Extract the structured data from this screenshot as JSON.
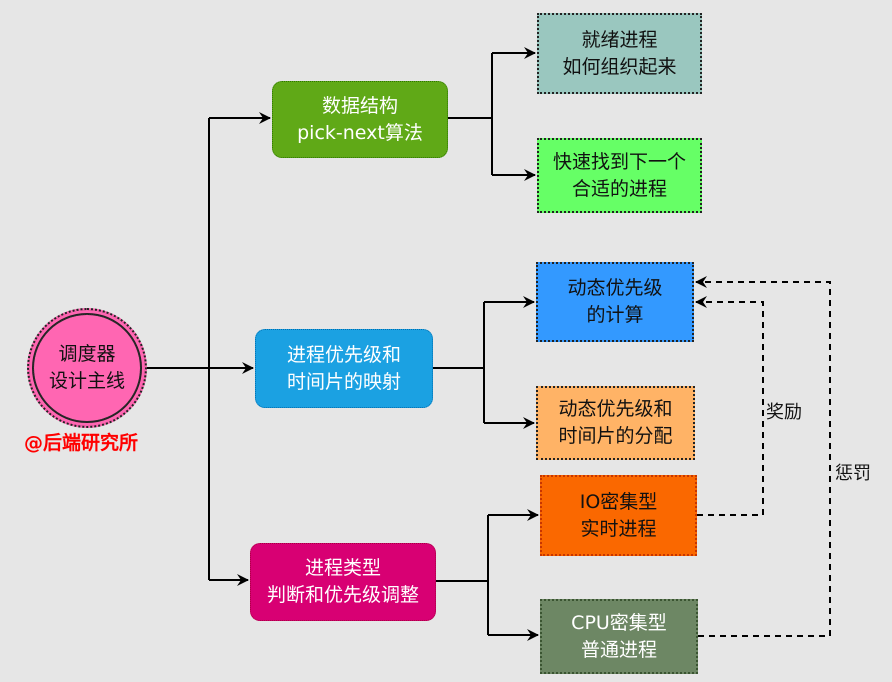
{
  "diagram": {
    "title": "调度器设计主线",
    "root": {
      "text": "调度器\n设计主线",
      "color": "#ff66b2"
    },
    "watermark": "@后端研究所",
    "branches": [
      {
        "id": "ds",
        "text": "数据结构\npick-next算法",
        "color": "#60a917",
        "children": [
          {
            "id": "ready",
            "text": "就绪进程\n如何组织起来",
            "color": "#9ac7bf"
          },
          {
            "id": "fast",
            "text": "快速找到下一个\n合适的进程",
            "color": "#66ff66"
          }
        ]
      },
      {
        "id": "map",
        "text": "进程优先级和\n时间片的映射",
        "color": "#1ba1e2",
        "children": [
          {
            "id": "dyn",
            "text": "动态优先级\n的计算",
            "color": "#3399ff"
          },
          {
            "id": "alloc",
            "text": "动态优先级和\n时间片的分配",
            "color": "#ffb366"
          }
        ]
      },
      {
        "id": "type",
        "text": "进程类型\n判断和优先级调整",
        "color": "#d80073",
        "children": [
          {
            "id": "io",
            "text": "IO密集型\n实时进程",
            "color": "#fa6800"
          },
          {
            "id": "cpu",
            "text": "CPU密集型\n普通进程",
            "color": "#6d8764"
          }
        ]
      }
    ],
    "feedback_edges": [
      {
        "from": "io",
        "to": "dyn",
        "label": "奖励",
        "style": "dashed"
      },
      {
        "from": "cpu",
        "to": "dyn",
        "label": "惩罚",
        "style": "dashed"
      }
    ],
    "edge_color": "#000000"
  }
}
